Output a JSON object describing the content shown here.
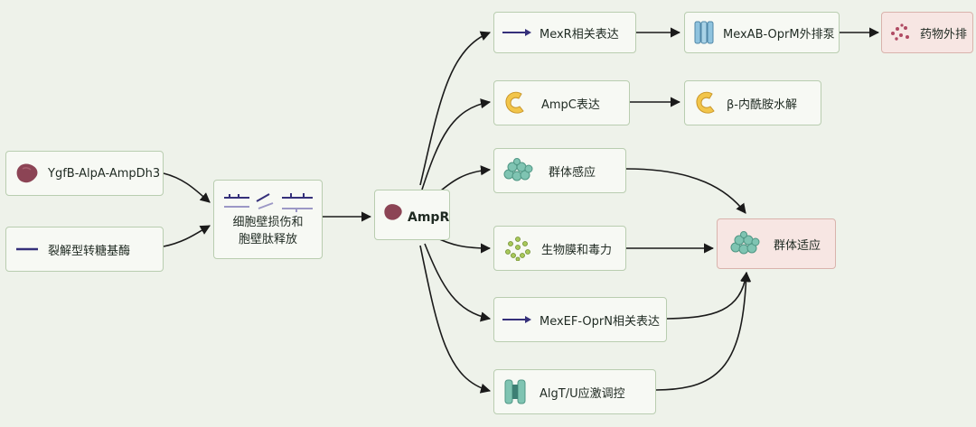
{
  "inputs": {
    "enzyme1": "YgfB-AlpA-AmpDh3",
    "enzyme2": "裂解型转糖基酶"
  },
  "damage": {
    "line1": "细胞壁损伤和",
    "line2": "胞壁肽释放"
  },
  "hub": {
    "label": "AmpR"
  },
  "paths": {
    "mexr": "MexR相关表达",
    "ampc": "AmpC表达",
    "qs": "群体感应",
    "biofilm": "生物膜和毒力",
    "mexef": "MexEF-OprN相关表达",
    "algt": "AlgT/U应激调控"
  },
  "outcomes": {
    "mexab": "MexAB-OprM外排泵",
    "drug_efflux": "药物外排",
    "hydrolysis": "β-内酰胺水解",
    "adaptation": "群体适应"
  },
  "colors": {
    "background": "#eef2ea",
    "node_fill": "#f7f9f4",
    "node_border": "#b9cdb0",
    "outcome_fill": "#f7e6e3",
    "arrow": "#1a1a1a",
    "protein": "#8c4455",
    "line_icon": "#35307a",
    "pump": "#8fc3de",
    "ampc": "#f2c54a",
    "cluster": "#7fc4b2"
  },
  "icons": {
    "enzyme1": "protein-blob-icon",
    "enzyme2": "line-segment-icon",
    "damage": "peptidoglycan-fragments-icon",
    "hub": "protein-blob-icon",
    "mexr": "arrow-right-icon",
    "mexab": "efflux-pump-icon",
    "drug_efflux": "dots-icon",
    "ampc": "c-shaped-enzyme-icon",
    "hydrolysis": "c-shaped-enzyme-icon",
    "qs": "cell-cluster-icon",
    "biofilm": "dots-icon",
    "adaptation": "cell-cluster-icon",
    "mexef": "arrow-right-icon",
    "algt": "membrane-channel-icon"
  }
}
